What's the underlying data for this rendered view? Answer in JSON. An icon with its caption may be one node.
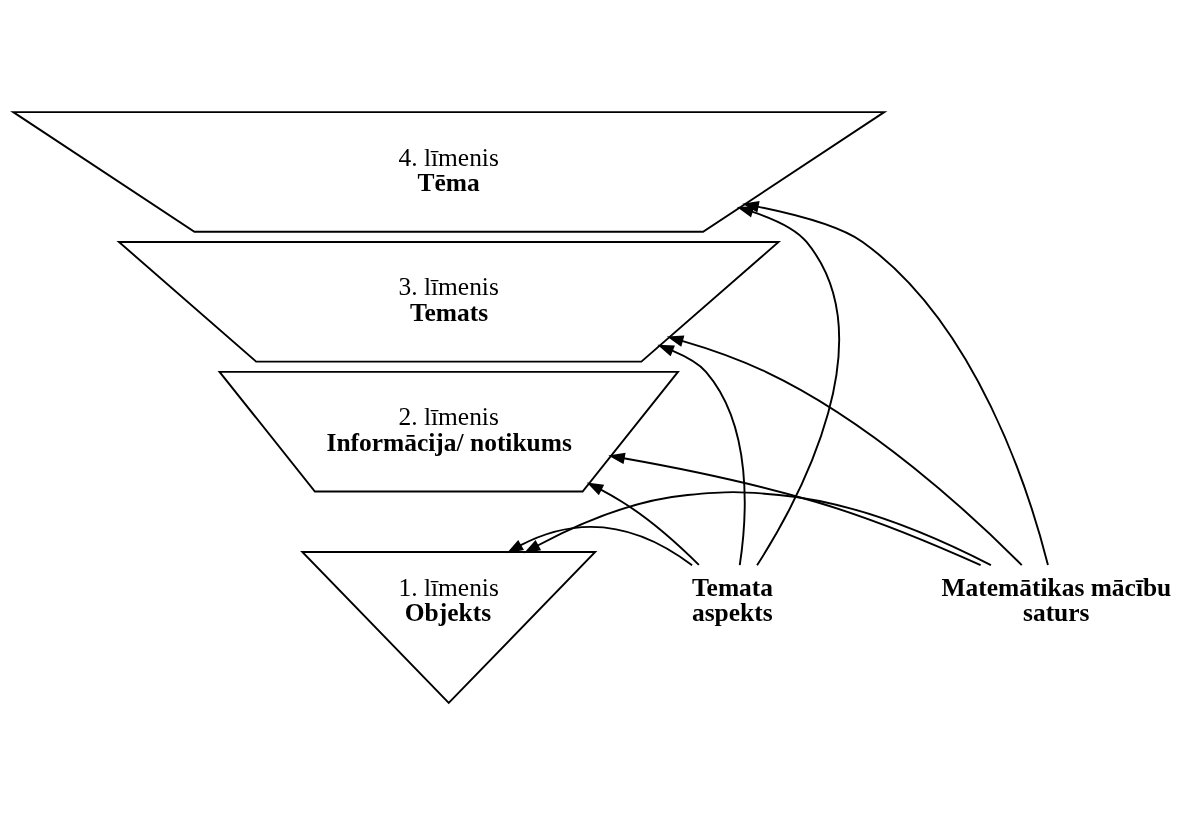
{
  "diagram": {
    "nodes": [
      {
        "text": [
          "4. līmenis",
          "Tēma"
        ]
      },
      {
        "text": [
          "3. līmenis",
          "Temats"
        ]
      },
      {
        "text": [
          "2. līmenis",
          "Informācija/ notikums"
        ]
      },
      {
        "text": [
          "1. līmenis",
          "Objekts"
        ]
      },
      {
        "text": [
          "Temata aspekts"
        ]
      },
      {
        "text": [
          "Matemātikas mācību saturs"
        ]
      }
    ],
    "edges": [
      {
        "from": 4,
        "to": 0,
        "arrow": "to"
      },
      {
        "from": 4,
        "to": 1,
        "arrow": "to"
      },
      {
        "from": 4,
        "to": 2,
        "arrow": "to"
      },
      {
        "from": 4,
        "to": 3,
        "arrow": "to"
      },
      {
        "from": 5,
        "to": 3,
        "arrow": "to"
      },
      {
        "from": 5,
        "to": 2,
        "arrow": "to"
      },
      {
        "from": 5,
        "to": 1,
        "arrow": "to"
      },
      {
        "from": 5,
        "to": 0,
        "arrow": "to"
      }
    ]
  }
}
